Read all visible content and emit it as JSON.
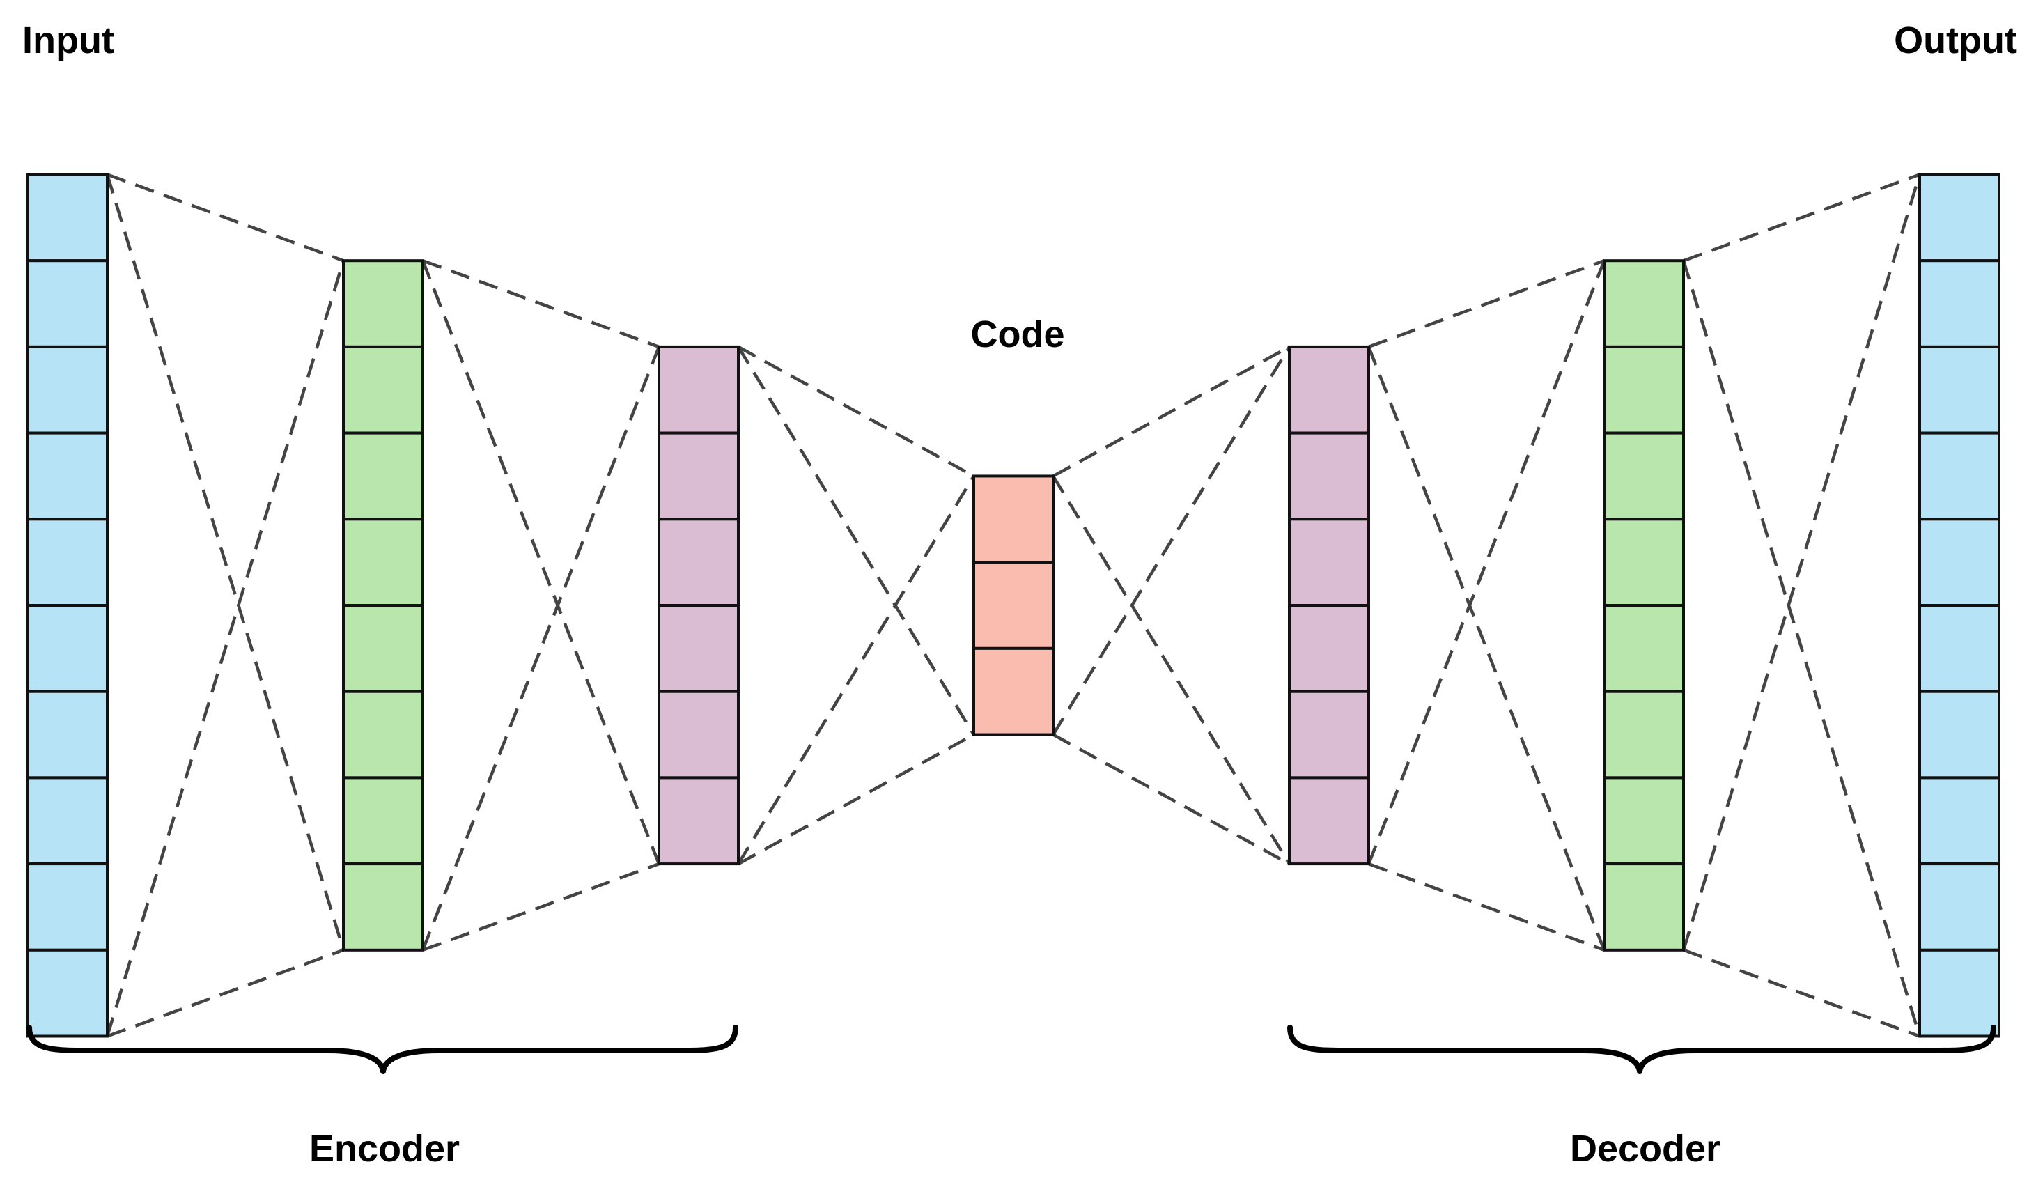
{
  "labels": {
    "input": "Input",
    "output": "Output",
    "code": "Code",
    "encoder": "Encoder",
    "decoder": "Decoder"
  },
  "layers": [
    {
      "id": "input-layer",
      "cells": 10,
      "color": "#b6e3f5"
    },
    {
      "id": "encoder-hidden-1",
      "cells": 8,
      "color": "#b8e6ad"
    },
    {
      "id": "encoder-hidden-2",
      "cells": 6,
      "color": "#dbbdd3"
    },
    {
      "id": "code-layer",
      "cells": 3,
      "color": "#fbbcb0"
    },
    {
      "id": "decoder-hidden-1",
      "cells": 6,
      "color": "#dbbdd3"
    },
    {
      "id": "decoder-hidden-2",
      "cells": 8,
      "color": "#b8e6ad"
    },
    {
      "id": "output-layer",
      "cells": 10,
      "color": "#b6e3f5"
    }
  ]
}
